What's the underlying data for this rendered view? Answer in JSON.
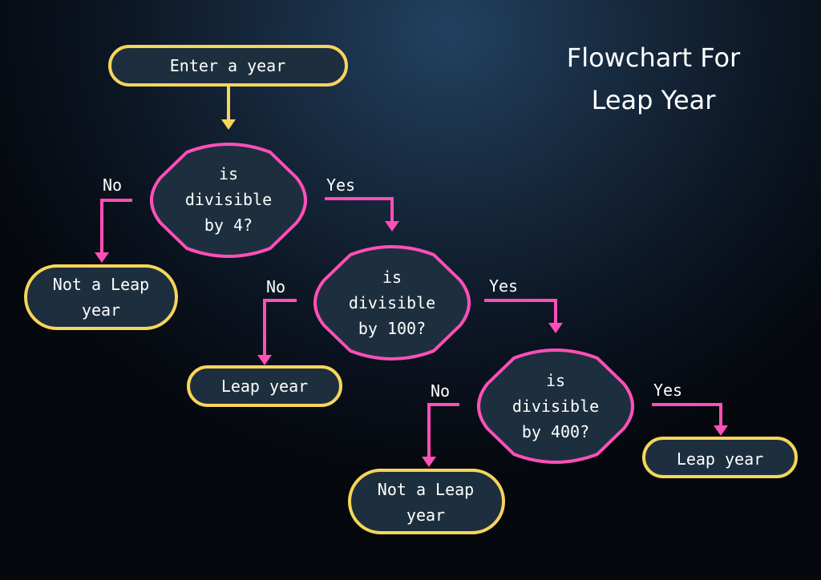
{
  "title": {
    "line1": "Flowchart For",
    "line2": "Leap Year"
  },
  "nodes": {
    "start": {
      "line1": "Enter a year"
    },
    "div4": {
      "line1": "is",
      "line2": "divisible",
      "line3": "by 4?"
    },
    "div100": {
      "line1": "is",
      "line2": "divisible",
      "line3": "by 100?"
    },
    "div400": {
      "line1": "is",
      "line2": "divisible",
      "line3": "by 400?"
    },
    "result_not_leap_1": {
      "line1": "Not a Leap",
      "line2": "year"
    },
    "result_leap_1": {
      "line1": "Leap year"
    },
    "result_not_leap_2": {
      "line1": "Not a Leap",
      "line2": "year"
    },
    "result_leap_2": {
      "line1": "Leap year"
    }
  },
  "edges": {
    "div4_no": "No",
    "div4_yes": "Yes",
    "div100_no": "No",
    "div100_yes": "Yes",
    "div400_no": "No",
    "div400_yes": "Yes"
  },
  "colors": {
    "terminal_border": "#f6d65a",
    "decision_border": "#ff4fb8",
    "node_fill": "#1d2f3e"
  }
}
